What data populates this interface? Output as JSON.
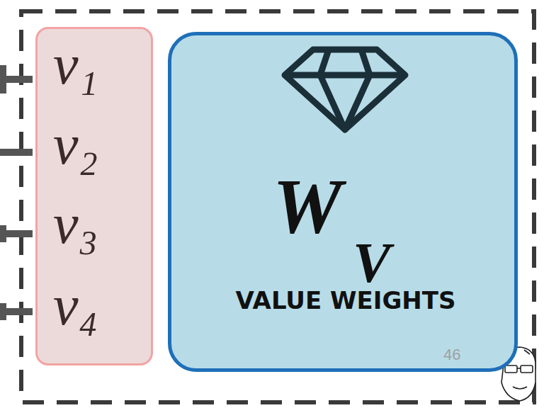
{
  "diagram": {
    "nodes": [
      {
        "text": [
          "v₁",
          "v₂",
          "v₃",
          "v₄"
        ]
      },
      {
        "text": [
          "W",
          "V",
          "VALUE WEIGHTS"
        ]
      }
    ],
    "labels": [
      "46"
    ]
  }
}
